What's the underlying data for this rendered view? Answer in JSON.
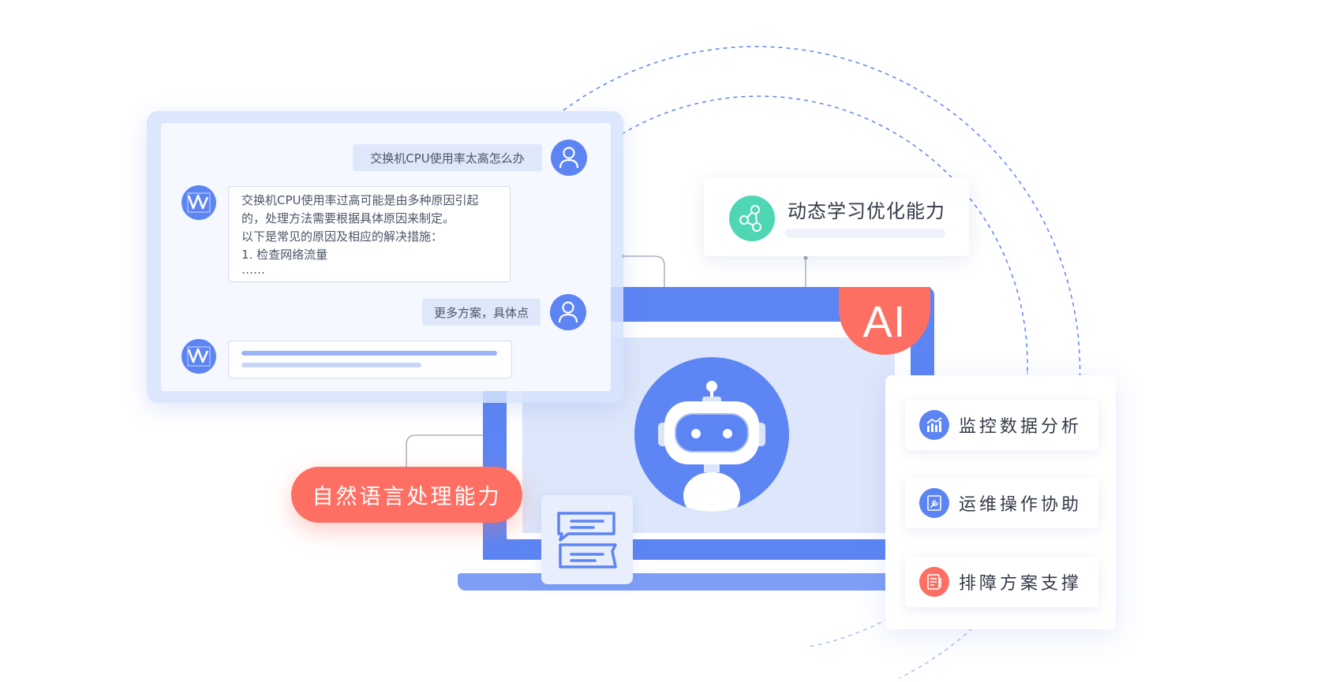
{
  "chat": {
    "q1": "交换机CPU使用率太高怎么办",
    "a1": [
      "交换机CPU使用率过高可能是由多种原因引起",
      "的，处理方法需要根据具体原因来制定。",
      "以下是常见的原因及相应的解决措施：",
      "1. 检查网络流量",
      "……"
    ],
    "q2": "更多方案，具体点"
  },
  "badge": "AI",
  "dynamic_card": {
    "title": "动态学习优化能力"
  },
  "nlp_label": "自然语言处理能力",
  "features": [
    {
      "label": "监控数据分析",
      "icon": "bar-chart-icon",
      "color": "#5c84f3"
    },
    {
      "label": "运维操作协助",
      "icon": "wrench-doc-icon",
      "color": "#5c84f3"
    },
    {
      "label": "排障方案支撑",
      "icon": "document-icon",
      "color": "#fd6f62"
    }
  ],
  "colors": {
    "primary": "#5c84f3",
    "accent": "#fd6f62",
    "teal": "#4fd7b5"
  }
}
